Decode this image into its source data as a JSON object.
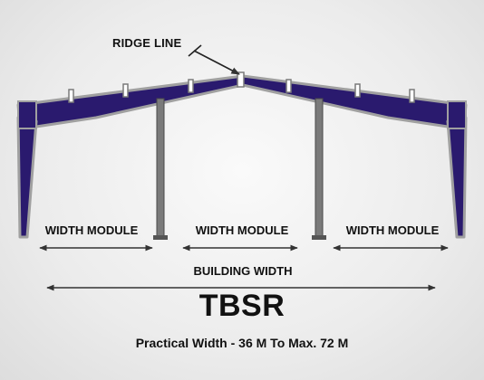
{
  "labels": {
    "ridge_line": "RIDGE LINE",
    "width_module_left": "WIDTH MODULE",
    "width_module_center": "WIDTH MODULE",
    "width_module_right": "WIDTH MODULE",
    "building_width": "BUILDING WIDTH",
    "title": "TBSR",
    "subtitle": "Practical Width - 36 M To Max. 72 M"
  },
  "colors": {
    "frame_fill": "#2a1a6e",
    "frame_outline": "#9a9a9a",
    "column": "#7a7a7a",
    "arrow": "#333333"
  }
}
